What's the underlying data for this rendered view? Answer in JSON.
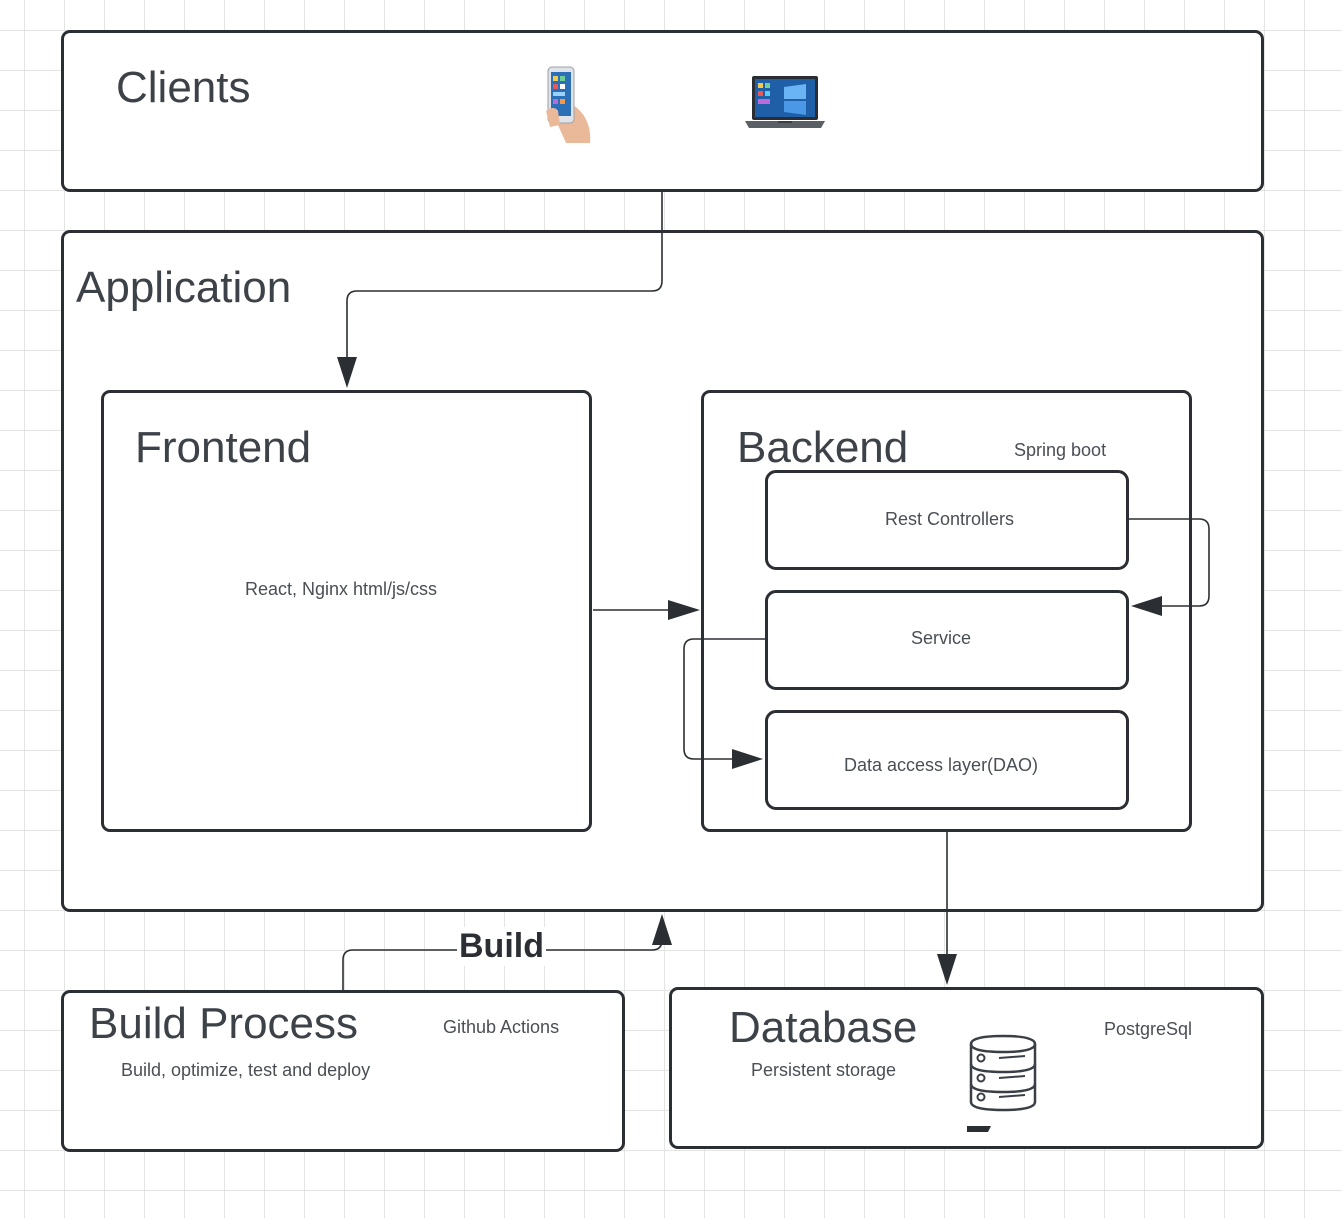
{
  "clients": {
    "title": "Clients",
    "icons": [
      "smartphone-icon",
      "laptop-icon"
    ]
  },
  "application": {
    "title": "Application"
  },
  "frontend": {
    "title": "Frontend",
    "tech": "React, Nginx html/js/css"
  },
  "backend": {
    "title": "Backend",
    "framework": "Spring boot",
    "layers": [
      "Rest Controllers",
      "Service",
      "Data access layer(DAO)"
    ]
  },
  "build_process": {
    "title": "Build Process",
    "tool": "Github Actions",
    "description": "Build, optimize, test and deploy",
    "arrow_label": "Build"
  },
  "database": {
    "title": "Database",
    "engine": "PostgreSql",
    "description": "Persistent storage",
    "icon": "database-icon"
  },
  "colors": {
    "stroke": "#2b2f33",
    "text": "#3d4249",
    "grid": "#e4e4e4",
    "background": "#ffffff"
  }
}
